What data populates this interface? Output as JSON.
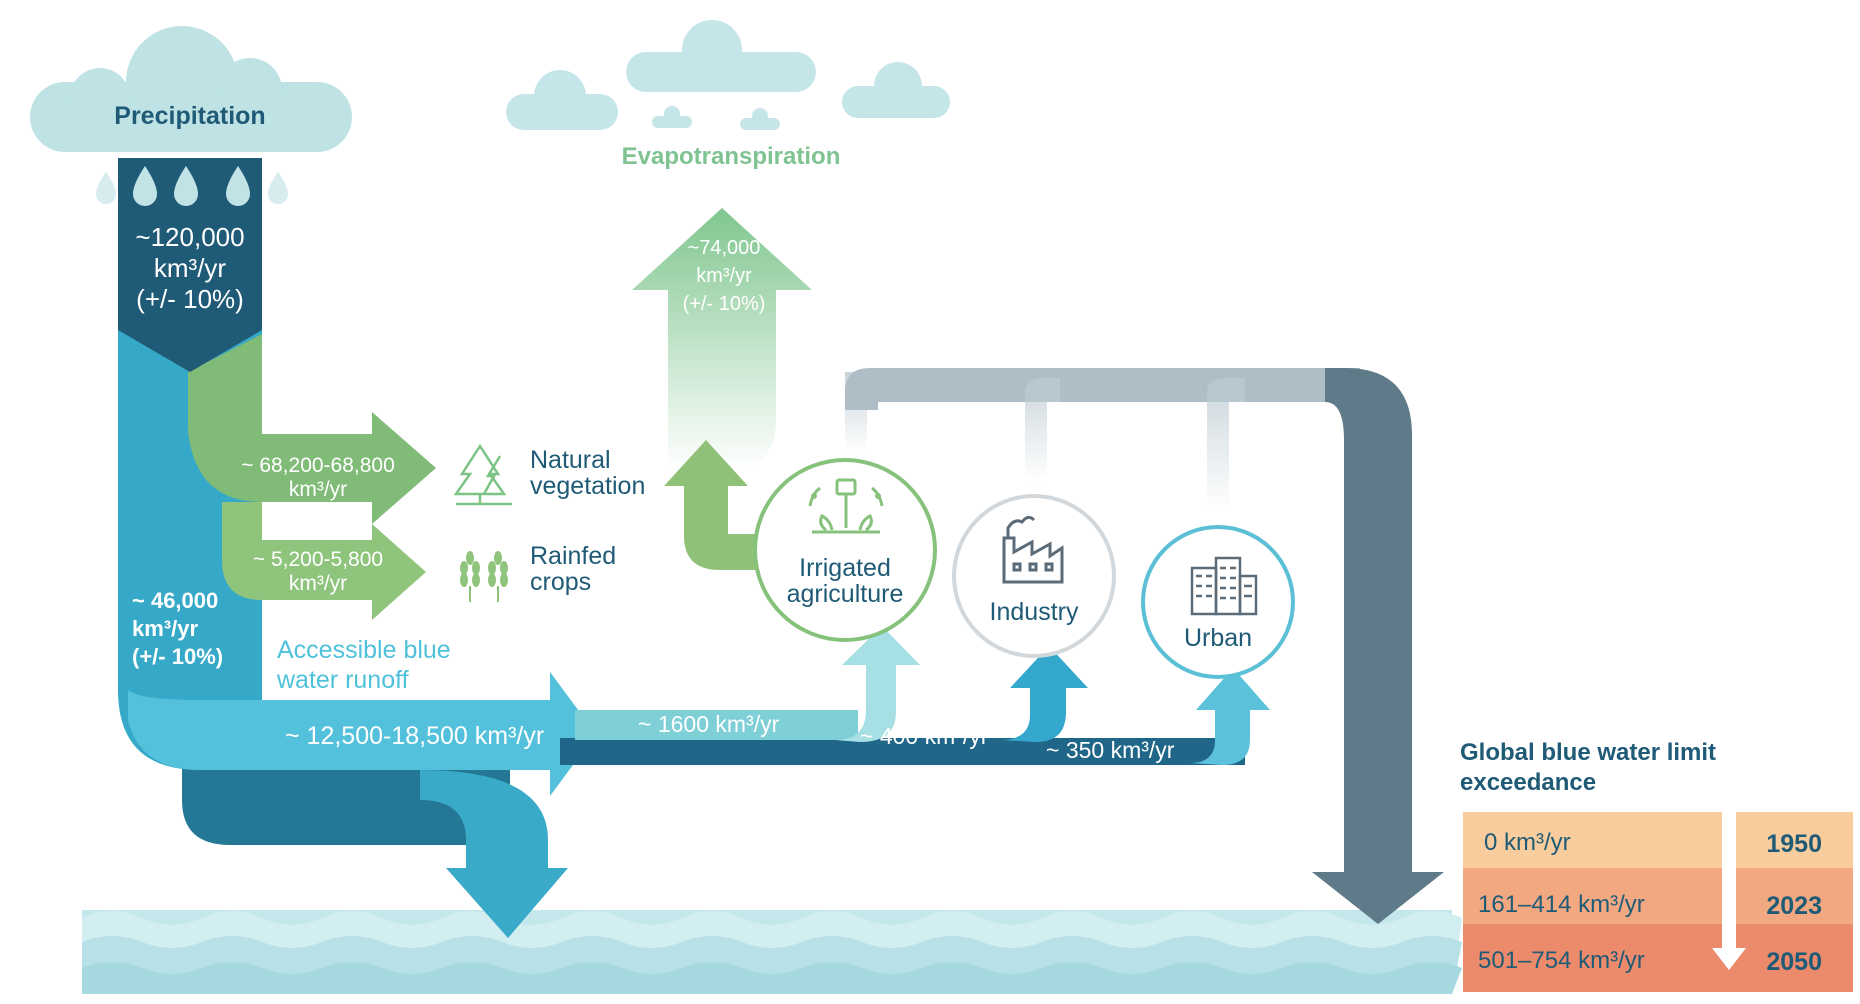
{
  "precipitation": {
    "title": "Precipitation",
    "value_line1": "~120,000",
    "value_line2": "km³/yr",
    "value_line3": "(+/- 10%)"
  },
  "evapotranspiration": {
    "title": "Evapotranspiration",
    "value_line1": "~74,000",
    "value_line2": "km³/yr",
    "value_line3": "(+/- 10%)"
  },
  "natural_vegetation": {
    "flow_line1": "~ 68,200-68,800",
    "flow_line2": "km³/yr",
    "label_line1": "Natural",
    "label_line2": "vegetation"
  },
  "rainfed_crops": {
    "flow_line1": "~ 5,200-5,800",
    "flow_line2": "km³/yr",
    "label_line1": "Rainfed",
    "label_line2": "crops"
  },
  "blue_water": {
    "runoff_line1": "~ 46,000",
    "runoff_line2": "km³/yr",
    "runoff_line3": "(+/- 10%)",
    "accessible_line1": "Accessible blue",
    "accessible_line2": "water runoff",
    "accessible_value": "~ 12,500-18,500 km³/yr"
  },
  "uses": {
    "irrigated_flow": "~ 1600 km³/yr",
    "industry_flow": "~ 400 km³/yr",
    "urban_flow": "~ 350 km³/yr",
    "irrigated_line1": "Irrigated",
    "irrigated_line2": "agriculture",
    "industry_label": "Industry",
    "urban_label": "Urban"
  },
  "limit_table": {
    "title_line1": "Global blue water limit",
    "title_line2": "exceedance",
    "rows": [
      {
        "amount": "0 km³/yr",
        "year": "1950",
        "color": "#f8cc9c"
      },
      {
        "amount": "161–414 km³/yr",
        "year": "2023",
        "color": "#f2a982"
      },
      {
        "amount": "501–754 km³/yr",
        "year": "2050",
        "color": "#ec8a6c"
      }
    ]
  },
  "icons": [
    "cloud-icon",
    "raindrop-icon",
    "tree-icon",
    "wheat-icon",
    "sprinkler-icon",
    "factory-icon",
    "building-icon",
    "wave-icon"
  ],
  "colors": {
    "cloud": "#bfe3e5",
    "precip_dark": "#1f5a76",
    "blue_flow": "#3aaecb",
    "blue_light": "#4fc1da",
    "dark_teal": "#257092",
    "green_evap": "#7ec391",
    "green_flow": "#80bb78",
    "return_gray": "#5f7a89",
    "pipe_gray": "#aebdc6",
    "water": "#bfe6ea"
  }
}
